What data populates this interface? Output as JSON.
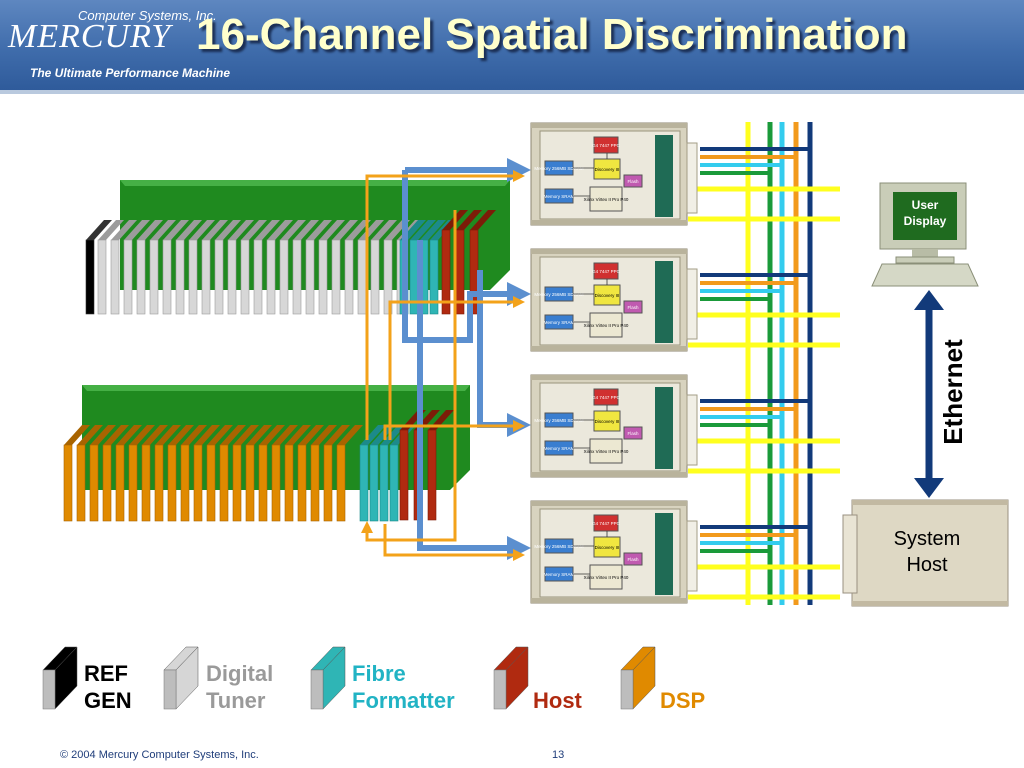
{
  "header": {
    "logo_company": "Computer Systems, Inc.",
    "logo_name": "MERCURY",
    "logo_tagline": "The Ultimate Performance Machine",
    "title": "16-Channel Spatial Discrimination"
  },
  "board": {
    "chip_ppc": "G4 7447 PPC",
    "chip_discovery": "Discovery III",
    "chip_memory_sdram": "Memory 256MB SDRAM",
    "chip_memory_sram": "Memory SRAM",
    "chip_flash": "Flash",
    "chip_fpga": "Xilinx Virtex II Pro P40"
  },
  "user_display": {
    "line1": "User",
    "line2": "Display"
  },
  "ethernet_label": "Ethernet",
  "system_host": {
    "line1": "System",
    "line2": "Host"
  },
  "legend": [
    {
      "line1": "REF",
      "line2": "GEN",
      "color": "#000000",
      "text_color": "#000000"
    },
    {
      "line1": "Digital",
      "line2": "Tuner",
      "color": "#d6d6d6",
      "text_color": "#9a9a9a"
    },
    {
      "line1": "Fibre",
      "line2": "Formatter",
      "color": "#2fb5b5",
      "text_color": "#21b3c4"
    },
    {
      "line1": "",
      "line2": "Host",
      "color": "#b02a10",
      "text_color": "#b02a10"
    },
    {
      "line1": "",
      "line2": "DSP",
      "color": "#e08a00",
      "text_color": "#e08a00"
    }
  ],
  "colors": {
    "chassis_green": "#1f8a1f",
    "link_blue": "#5b8fcf",
    "link_orange": "#f3a21a",
    "bus_yellow": "#ffff1e",
    "bus_green": "#1a9a3a",
    "bus_cyan": "#33ccee",
    "bus_orange": "#f29a1c",
    "bus_navy": "#123a7a"
  },
  "footer": {
    "copyright": "© 2004 Mercury Computer Systems, Inc.",
    "page": "13"
  }
}
